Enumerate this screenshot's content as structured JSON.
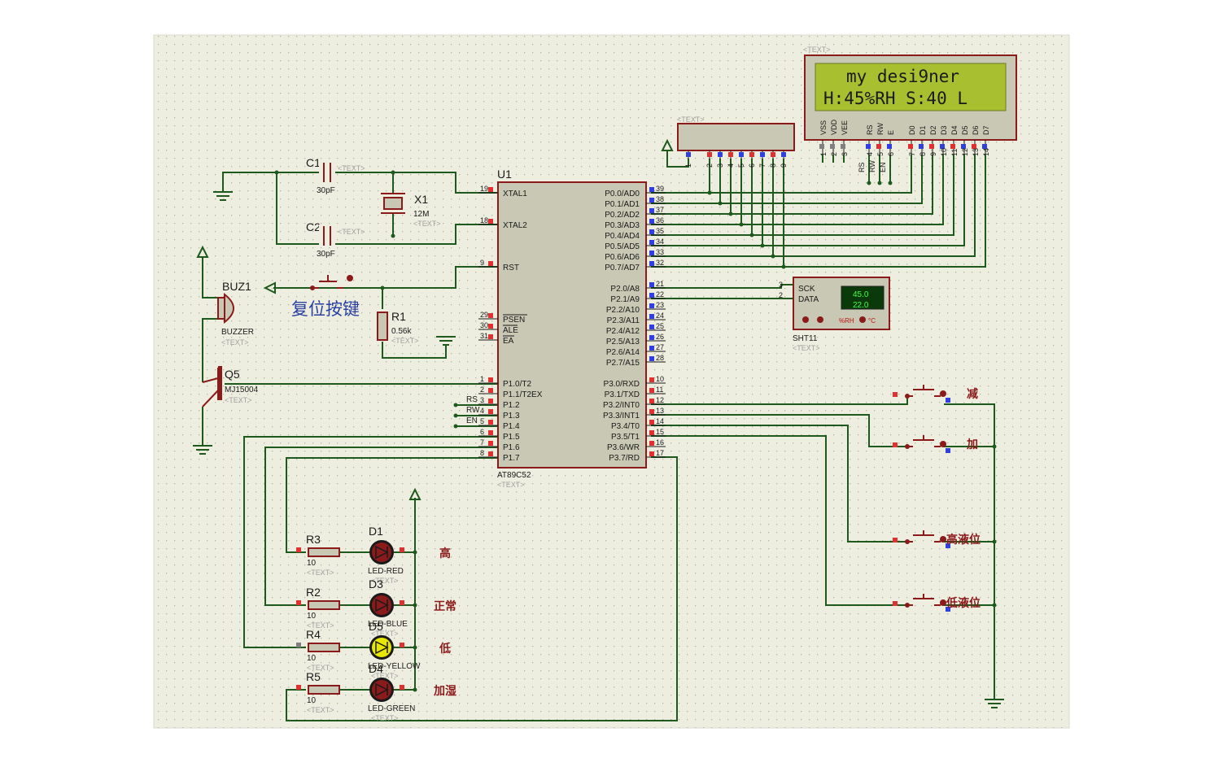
{
  "lcd": {
    "line1": "my desi9ner",
    "line2": "H:45%RH S:40  L",
    "pins": [
      "VSS",
      "VDD",
      "VEE",
      "RS",
      "RW",
      "E",
      "D0",
      "D1",
      "D2",
      "D3",
      "D4",
      "D5",
      "D6",
      "D7"
    ],
    "pin_numbers": [
      "1",
      "2",
      "3",
      "4",
      "5",
      "6",
      "7",
      "8",
      "9",
      "10",
      "11",
      "12",
      "13",
      "14"
    ],
    "side_labels": [
      "RS",
      "RW",
      "EN"
    ]
  },
  "placeholder": "<TEXT>",
  "u1": {
    "ref": "U1",
    "part": "AT89C52",
    "left_pins": [
      {
        "num": "19",
        "name": "XTAL1"
      },
      {
        "num": "18",
        "name": "XTAL2"
      },
      {
        "num": "9",
        "name": "RST"
      },
      {
        "num": "29",
        "name": "PSEN"
      },
      {
        "num": "30",
        "name": "ALE"
      },
      {
        "num": "31",
        "name": "EA"
      },
      {
        "num": "1",
        "name": "P1.0/T2"
      },
      {
        "num": "2",
        "name": "P1.1/T2EX"
      },
      {
        "num": "3",
        "name": "P1.2"
      },
      {
        "num": "4",
        "name": "P1.3"
      },
      {
        "num": "5",
        "name": "P1.4"
      },
      {
        "num": "6",
        "name": "P1.5"
      },
      {
        "num": "7",
        "name": "P1.6"
      },
      {
        "num": "8",
        "name": "P1.7"
      }
    ],
    "right_pins": [
      {
        "num": "39",
        "name": "P0.0/AD0"
      },
      {
        "num": "38",
        "name": "P0.1/AD1"
      },
      {
        "num": "37",
        "name": "P0.2/AD2"
      },
      {
        "num": "36",
        "name": "P0.3/AD3"
      },
      {
        "num": "35",
        "name": "P0.4/AD4"
      },
      {
        "num": "34",
        "name": "P0.5/AD5"
      },
      {
        "num": "33",
        "name": "P0.6/AD6"
      },
      {
        "num": "32",
        "name": "P0.7/AD7"
      },
      {
        "num": "21",
        "name": "P2.0/A8"
      },
      {
        "num": "22",
        "name": "P2.1/A9"
      },
      {
        "num": "23",
        "name": "P2.2/A10"
      },
      {
        "num": "24",
        "name": "P2.3/A11"
      },
      {
        "num": "25",
        "name": "P2.4/A12"
      },
      {
        "num": "26",
        "name": "P2.5/A13"
      },
      {
        "num": "27",
        "name": "P2.6/A14"
      },
      {
        "num": "28",
        "name": "P2.7/A15"
      },
      {
        "num": "10",
        "name": "P3.0/RXD"
      },
      {
        "num": "11",
        "name": "P3.1/TXD"
      },
      {
        "num": "12",
        "name": "P3.2/INT0"
      },
      {
        "num": "13",
        "name": "P3.3/INT1"
      },
      {
        "num": "14",
        "name": "P3.4/T0"
      },
      {
        "num": "15",
        "name": "P3.5/T1"
      },
      {
        "num": "16",
        "name": "P3.6/WR"
      },
      {
        "num": "17",
        "name": "P3.7/RD"
      }
    ],
    "p1_labels": [
      "RS",
      "RW",
      "EN"
    ]
  },
  "rp": {
    "pins": [
      "1",
      "2",
      "3",
      "4",
      "5",
      "6",
      "7",
      "8",
      "9"
    ]
  },
  "c1": {
    "ref": "C1",
    "value": "30pF"
  },
  "c2": {
    "ref": "C2",
    "value": "30pF"
  },
  "x1": {
    "ref": "X1",
    "value": "12M"
  },
  "r1": {
    "ref": "R1",
    "value": "0.56k"
  },
  "reset_label": "复位按键",
  "buz": {
    "ref": "BUZ1",
    "part": "BUZZER"
  },
  "q5": {
    "ref": "Q5",
    "part": "MJ15004"
  },
  "sht": {
    "ref": "SHT11",
    "pin_sck": "SCK",
    "pin_data": "DATA",
    "num_sck": "3",
    "num_data": "2",
    "val1": "45.0",
    "val2": "22.0",
    "unit": "%RH",
    "deg": "°C"
  },
  "leds": [
    {
      "r_ref": "R3",
      "r_val": "10",
      "d_ref": "D1",
      "d_part": "LED-RED",
      "label": "高",
      "color": "#8b1a1a"
    },
    {
      "r_ref": "R2",
      "r_val": "10",
      "d_ref": "D3",
      "d_part": "LED-BLUE",
      "label": "正常",
      "color": "#8b1a1a"
    },
    {
      "r_ref": "R4",
      "r_val": "10",
      "d_ref": "D5",
      "d_part": "LED-YELLOW",
      "label": "低",
      "color": "#e6e600"
    },
    {
      "r_ref": "R5",
      "r_val": "10",
      "d_ref": "D4",
      "d_part": "LED-GREEN",
      "label": "加湿",
      "color": "#8b1a1a"
    }
  ],
  "buttons": [
    {
      "label": "减"
    },
    {
      "label": "加"
    },
    {
      "label": "高液位"
    },
    {
      "label": "低液位"
    }
  ],
  "colors": {
    "wire": "#1e5a1e",
    "body": "#8b1a1a",
    "chip": "#c8c8b4",
    "sheet": "#eeeee0",
    "lcd": "#a8c030"
  }
}
